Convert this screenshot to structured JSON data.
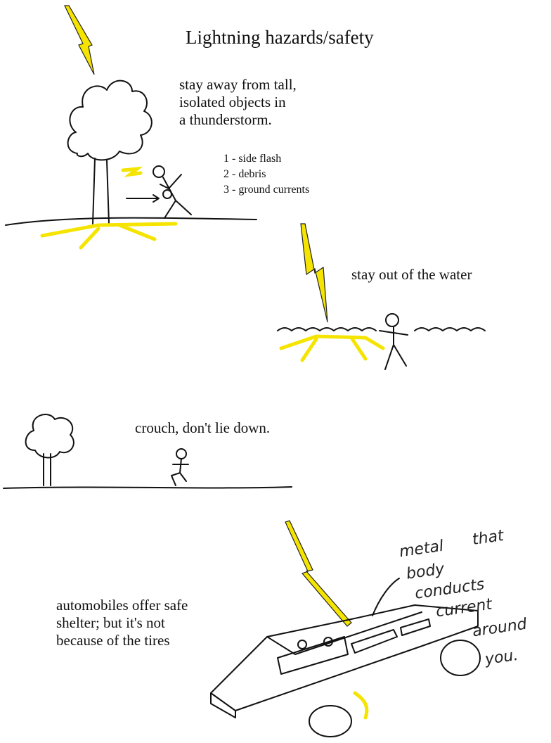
{
  "title": "Lightning hazards/safety",
  "sections": {
    "tall_objects": {
      "lines": [
        "stay away from tall,",
        "isolated objects in",
        "a thunderstorm."
      ],
      "list": [
        "1 - side flash",
        "2 - debris",
        "3 - ground currents"
      ]
    },
    "water": {
      "text": "stay out of the water"
    },
    "crouch": {
      "text": "crouch, don't lie down."
    },
    "automobiles": {
      "lines": [
        "automobiles offer safe",
        "shelter; but it's not",
        "because of the tires"
      ],
      "handwritten_note": [
        "metal",
        "body",
        "that",
        "conducts",
        "current",
        "around",
        "you."
      ]
    }
  },
  "colors": {
    "lightning": "#f5e400",
    "ink": "#111111"
  }
}
